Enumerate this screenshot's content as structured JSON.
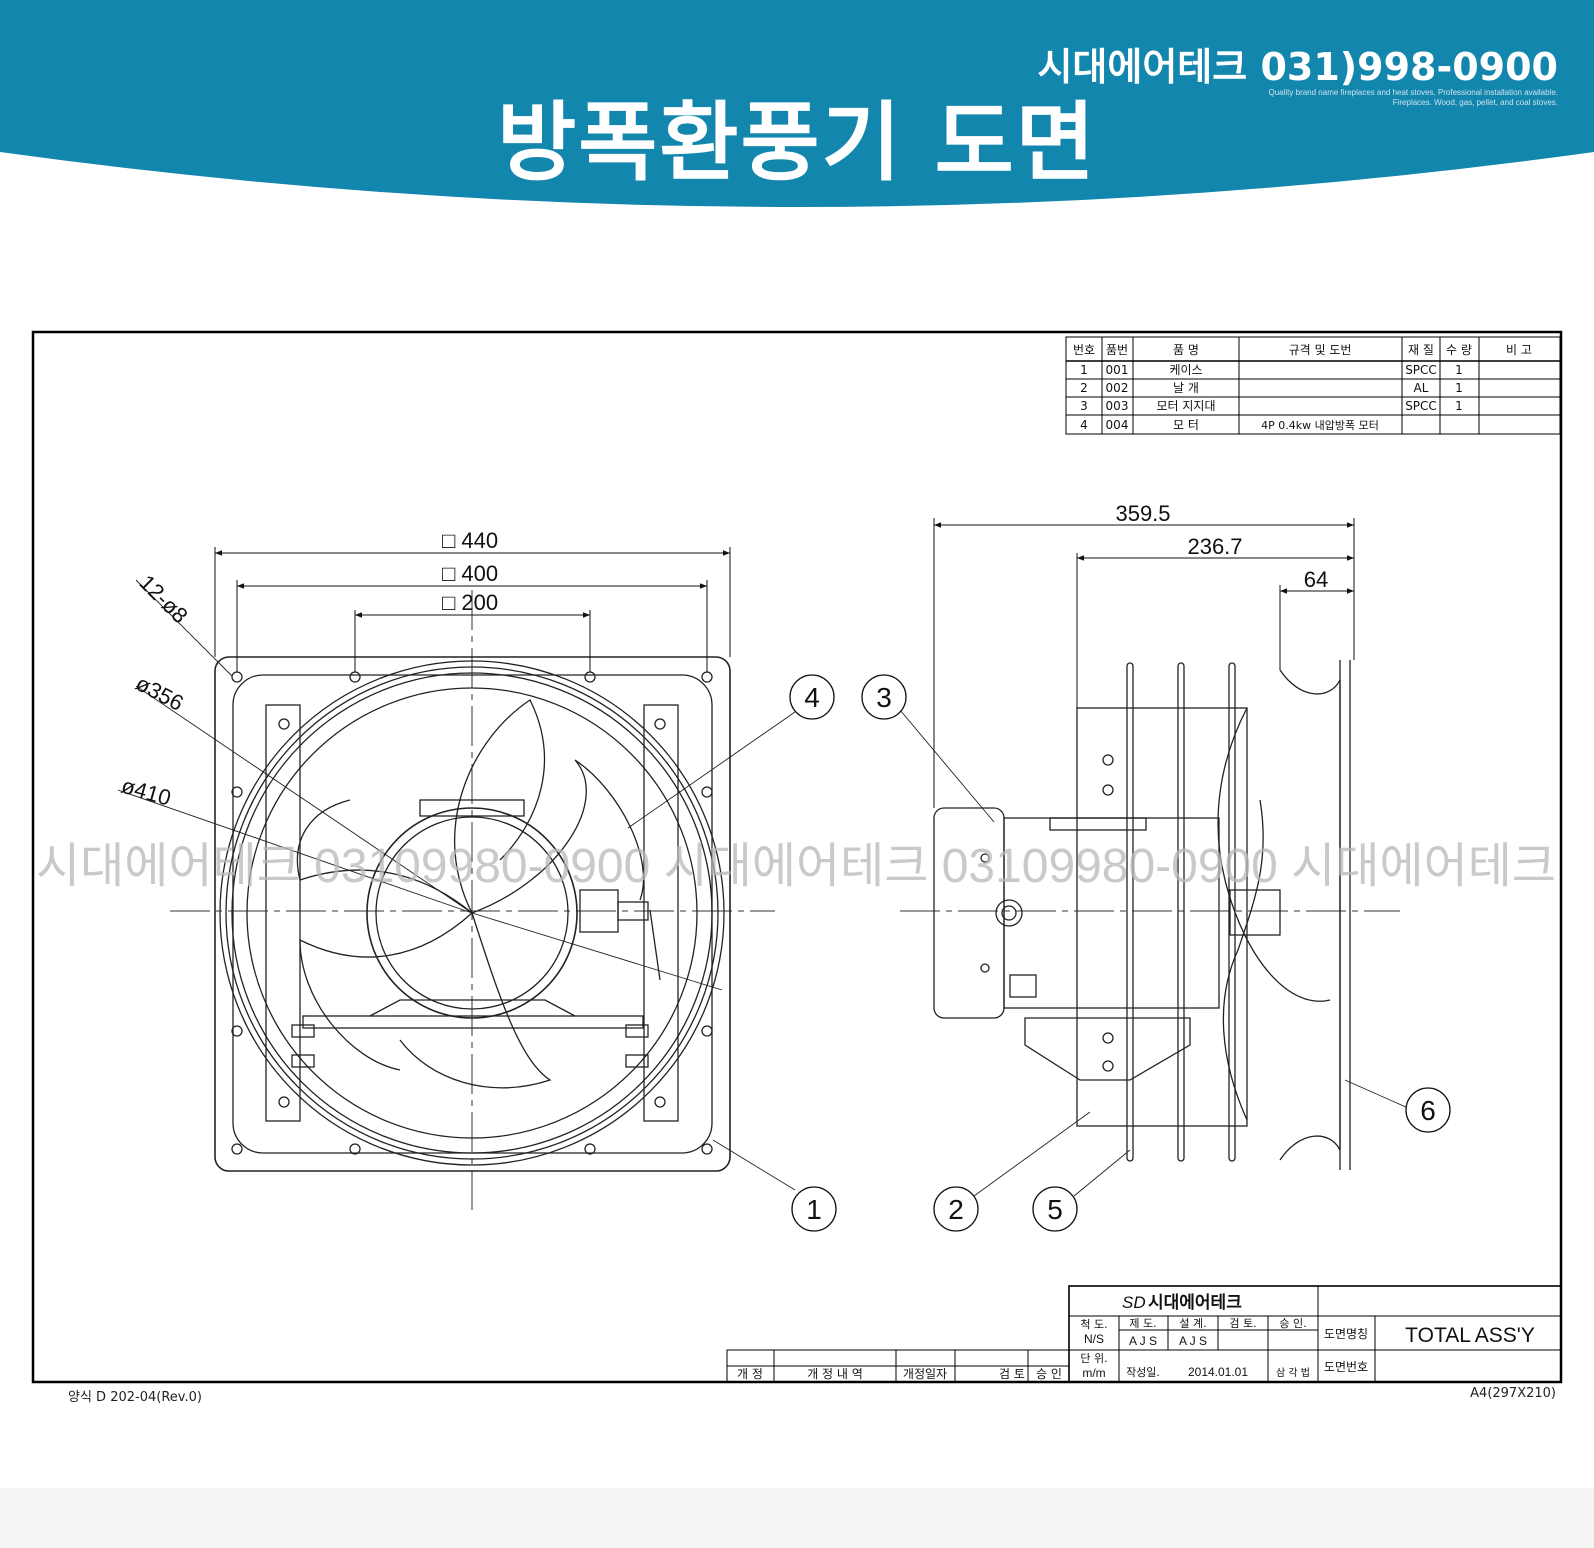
{
  "banner": {
    "title": "방폭환풍기 도면",
    "company_phone": "시대에어테크 031)998-0900",
    "tagline_1": "Quality brand name fireplaces and heat stoves. Professional installation available.",
    "tagline_2": "Fireplaces. Wood, gas, pellet, and coal stoves.",
    "color": "#1286ad"
  },
  "parts_table": {
    "headers": [
      "번호",
      "품번",
      "품 명",
      "규격 및 도번",
      "재 질",
      "수 량",
      "비 고"
    ],
    "rows": [
      [
        "1",
        "001",
        "케이스",
        "",
        "SPCC",
        "1",
        ""
      ],
      [
        "2",
        "002",
        "날 개",
        "",
        "AL",
        "1",
        ""
      ],
      [
        "3",
        "003",
        "모터 지지대",
        "",
        "SPCC",
        "1",
        ""
      ],
      [
        "4",
        "004",
        "모 터",
        "4P 0.4kw 내압방폭 모터",
        "",
        "",
        ""
      ]
    ]
  },
  "front_view": {
    "dim_440": "□ 440",
    "dim_400": "□ 400",
    "dim_200": "□ 200",
    "dim_holes": "12-ø8",
    "dim_356": "ø356",
    "dim_410": "ø410"
  },
  "side_view": {
    "dim_3595": "359.5",
    "dim_2367": "236.7",
    "dim_64": "64"
  },
  "balloons": [
    "1",
    "2",
    "3",
    "4",
    "5",
    "6"
  ],
  "watermark": "시대에어테크 03109980-0900 시대에어테크 03109980-0900 시대에어테크",
  "title_block": {
    "company": "시대에어테크",
    "logo": "SD",
    "scale_label": "척 도.",
    "scale_value": "N/S",
    "unit_label": "단 위.",
    "unit_value": "m/m",
    "make_label": "제 도.",
    "design_label": "설 계.",
    "review_label": "검 토.",
    "approve_label": "승 인.",
    "make_value": "A J S",
    "design_value": "A J S",
    "date_label": "작성일.",
    "date_value": "2014.01.01",
    "projection": "삼 각 법",
    "drawing_name_label": "도면명칭",
    "drawing_name": "TOTAL ASS'Y",
    "drawing_no_label": "도면번호",
    "revision_headers": [
      "개 정",
      "개 정 내 역",
      "개정일자",
      "검 토",
      "승 인"
    ]
  },
  "footer": {
    "form_no": "양식 D 202-04(Rev.0)",
    "paper": "A4(297X210)"
  }
}
